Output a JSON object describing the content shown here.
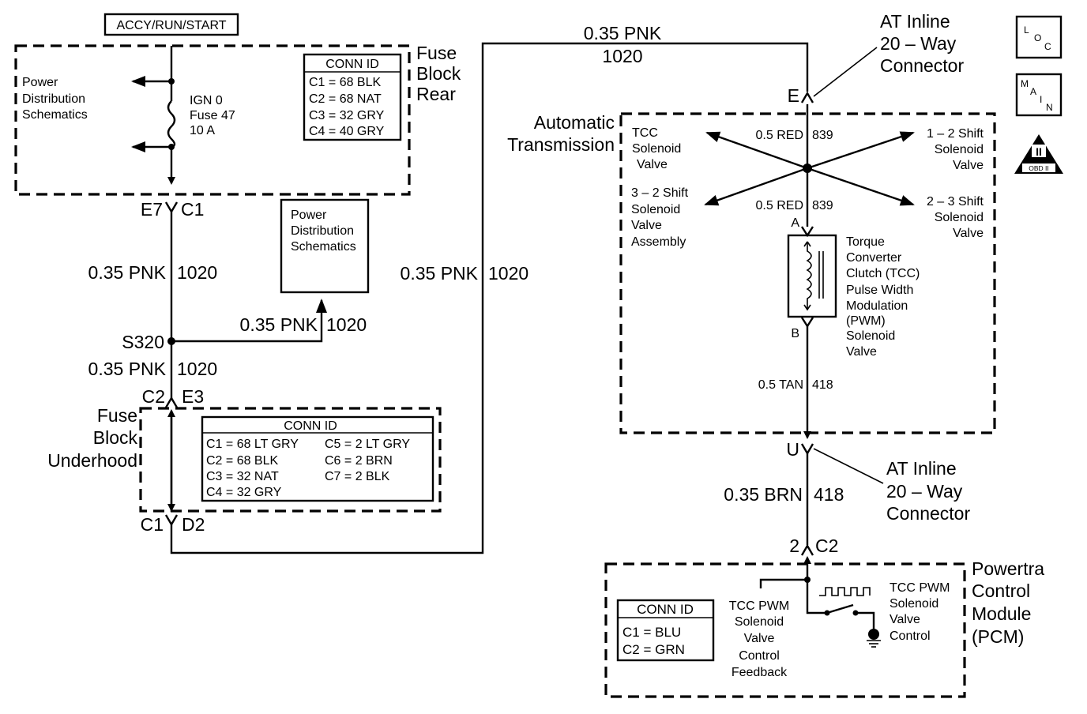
{
  "ignition": "ACCY/RUN/START",
  "fuse_block_rear": {
    "label_l1": "Fuse",
    "label_l2": "Block",
    "label_l3": "Rear",
    "power_dist_l1": "Power",
    "power_dist_l2": "Distribution",
    "power_dist_l3": "Schematics",
    "fuse_l1": "IGN 0",
    "fuse_l2": "Fuse  47",
    "fuse_l3": "10 A",
    "conn_title": "CONN ID",
    "conn_rows": [
      "C1  =  68 BLK",
      "C2  =  68 NAT",
      "C3  =  32 GRY",
      "C4  =  40 GRY"
    ]
  },
  "rear_pins": {
    "left": "E7",
    "right": "C1"
  },
  "wire_1020": {
    "gauge": "0.35 PNK",
    "circuit": "1020"
  },
  "power_dist_box": {
    "l1": "Power",
    "l2": "Distribution",
    "l3": "Schematics"
  },
  "splice": "S320",
  "underhood_pins_top": {
    "left": "C2",
    "right": "E3"
  },
  "fuse_block_underhood": {
    "label_l1": "Fuse",
    "label_l2": "Block",
    "label_l3": "Underhood",
    "conn_title": "CONN ID",
    "conn_col1": [
      "C1  =  68 LT GRY",
      "C2  =  68 BLK",
      "C3  =  32 NAT",
      "C4  =  32 GRY"
    ],
    "conn_col2": [
      "C5  =  2 LT GRY",
      "C6  =  2 BRN",
      "C7  =  2 BLK"
    ]
  },
  "underhood_pins_bottom": {
    "left": "C1",
    "right": "D2"
  },
  "at_inline_top": {
    "l1": "AT Inline",
    "l2": "20 – Way",
    "l3": "Connector",
    "pin": "E"
  },
  "auto_trans": {
    "label_l1": "Automatic",
    "label_l2": "Transmission",
    "tcc_l1": "TCC",
    "tcc_l2": "Solenoid",
    "tcc_l3": "Valve",
    "shift12_l1": "1 – 2 Shift",
    "shift12_l2": "Solenoid",
    "shift12_l3": "Valve",
    "shift32_l1": "3 – 2 Shift",
    "shift32_l2": "Solenoid",
    "shift32_l3": "Valve",
    "shift32_l4": "Assembly",
    "shift23_l1": "2 – 3 Shift",
    "shift23_l2": "Solenoid",
    "shift23_l3": "Valve",
    "red_top": {
      "gauge": "0.5 RED",
      "circuit": "839"
    },
    "red_bottom": {
      "gauge": "0.5 RED",
      "circuit": "839"
    },
    "pin_a": "A",
    "pin_b": "B",
    "pwm_l1": "Torque",
    "pwm_l2": "Converter",
    "pwm_l3": "Clutch (TCC)",
    "pwm_l4": "Pulse Width",
    "pwm_l5": "Modulation",
    "pwm_l6": "(PWM)",
    "pwm_l7": "Solenoid",
    "pwm_l8": "Valve",
    "tan": {
      "gauge": "0.5 TAN",
      "circuit": "418"
    }
  },
  "at_inline_bottom": {
    "l1": "AT Inline",
    "l2": "20 – Way",
    "l3": "Connector",
    "pin": "U"
  },
  "wire_418": {
    "gauge": "0.35 BRN",
    "circuit": "418"
  },
  "pcm_pins": {
    "left": "2",
    "right": "C2"
  },
  "pcm": {
    "label_l1": "Powertra",
    "label_l2": "Control",
    "label_l3": "Module",
    "label_l4": "(PCM)",
    "conn_title": "CONN ID",
    "conn_rows": [
      "C1 = BLU",
      "C2 = GRN"
    ],
    "feedback_l1": "TCC PWM",
    "feedback_l2": "Solenoid",
    "feedback_l3": "Valve",
    "feedback_l4": "Control",
    "feedback_l5": "Feedback",
    "control_l1": "TCC PWM",
    "control_l2": "Solenoid",
    "control_l3": "Valve",
    "control_l4": "Control"
  },
  "icons": {
    "loc_l1": "L",
    "loc_l2": "O",
    "loc_l3": "C",
    "main_l1": "M",
    "main_l2": "A",
    "main_l3": "I",
    "main_l4": "N",
    "obd_numeral": "II",
    "obd_text": "OBD II"
  }
}
